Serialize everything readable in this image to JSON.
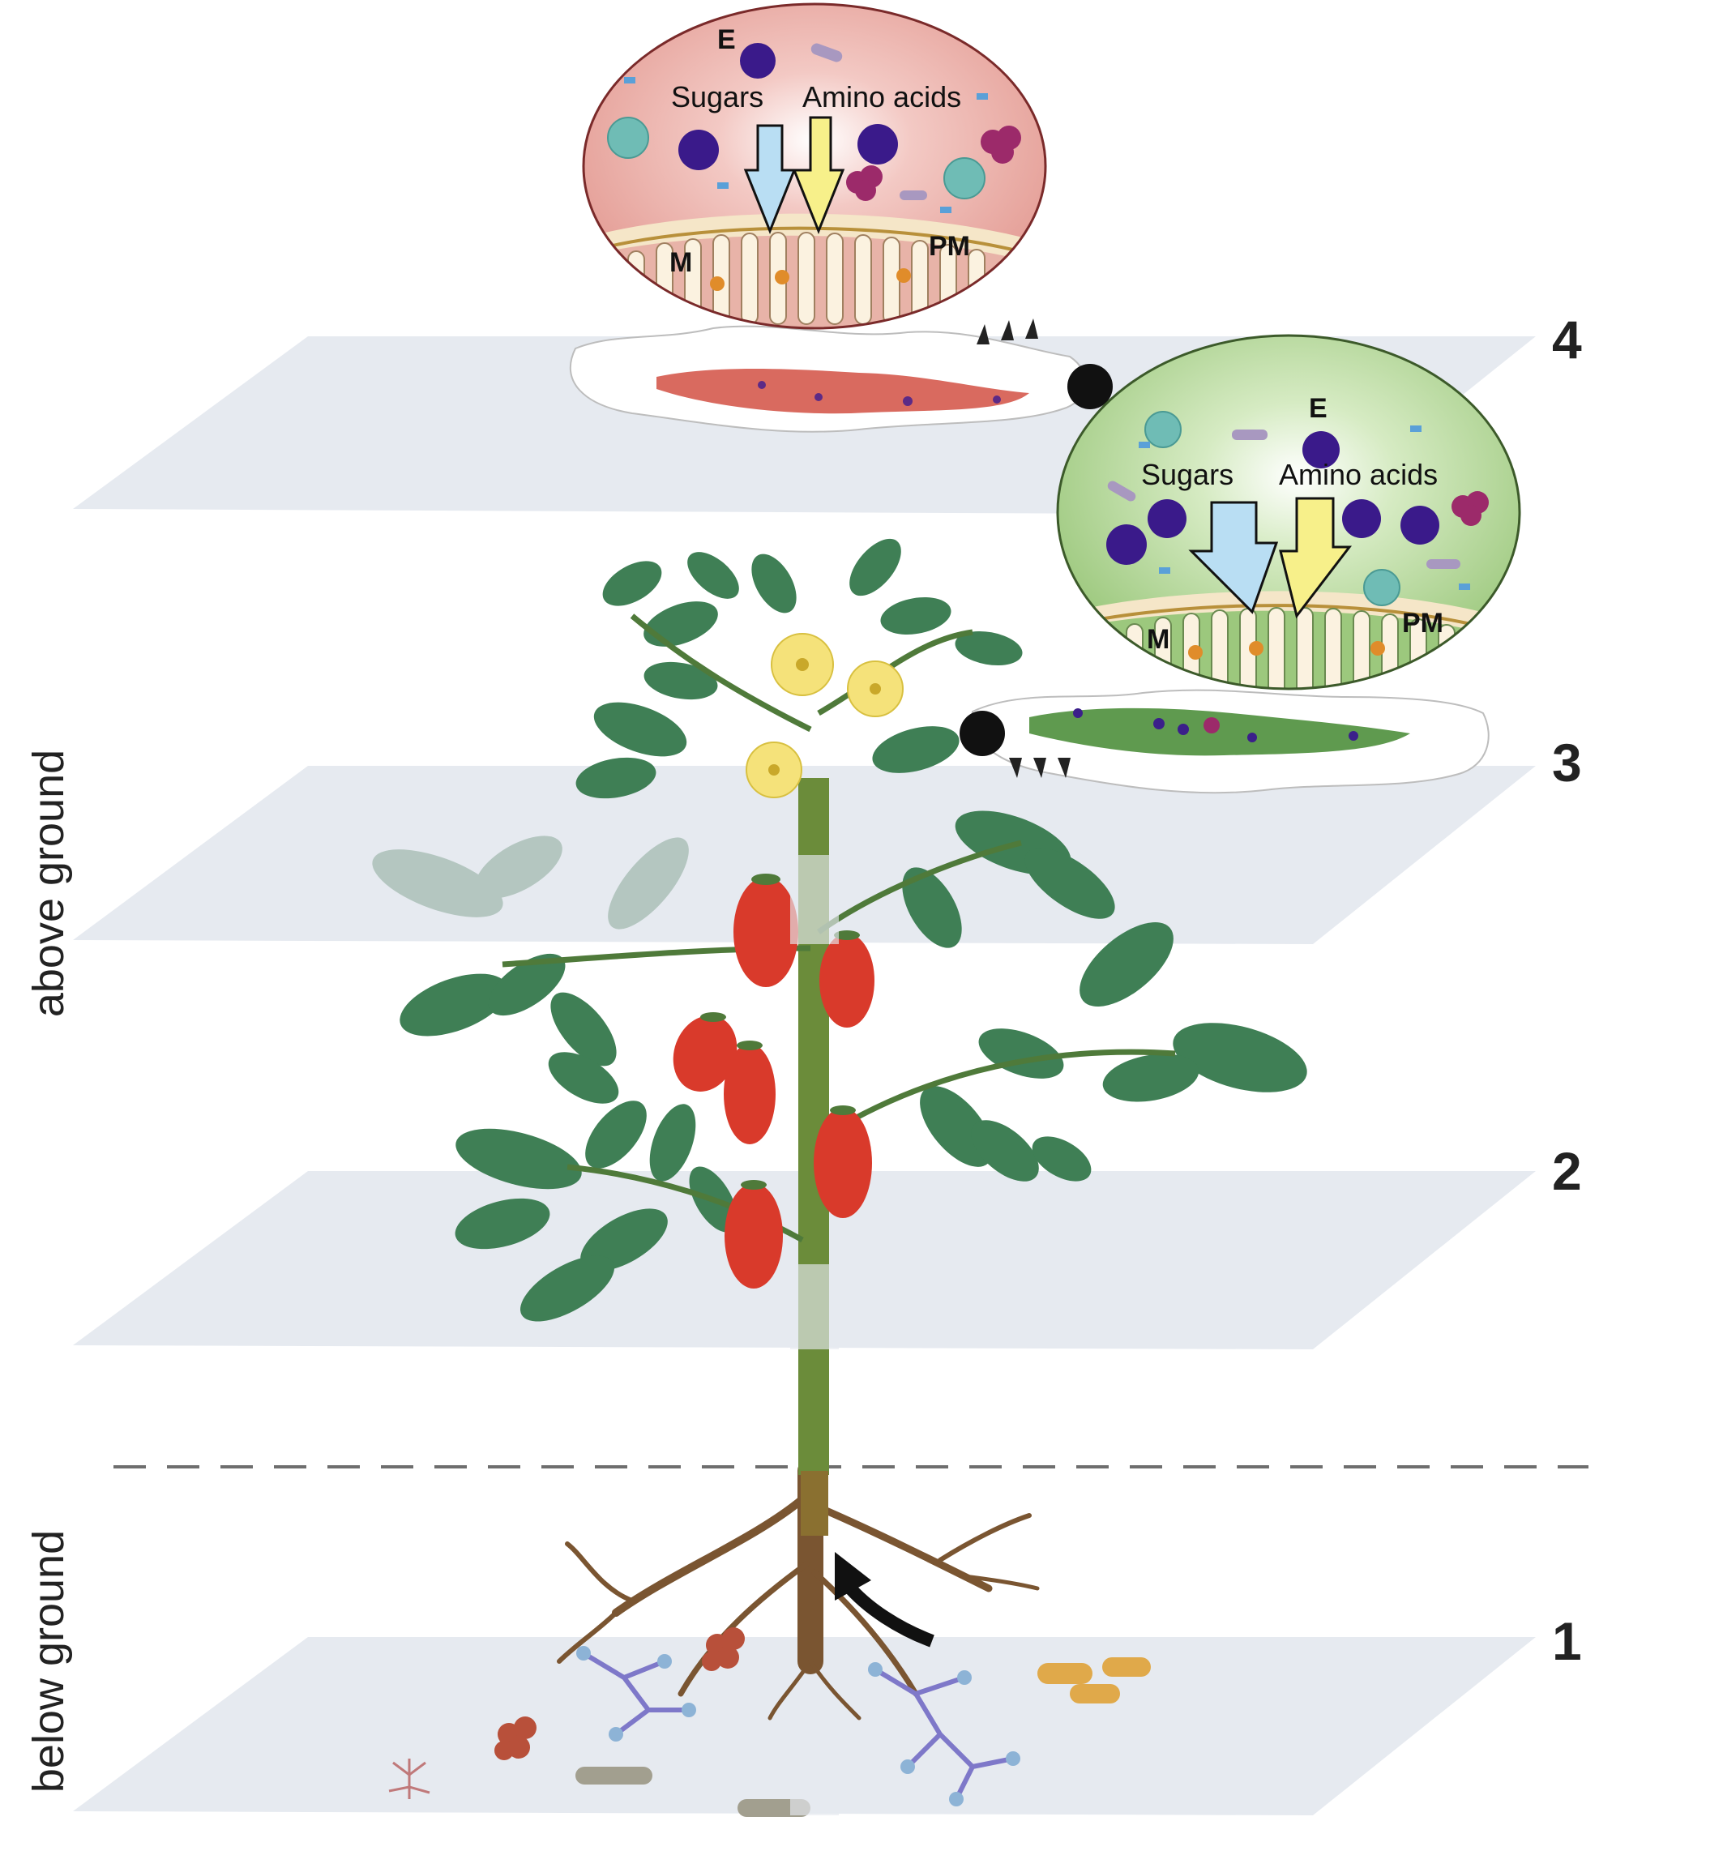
{
  "side_labels": {
    "above": "above ground",
    "below": "below ground"
  },
  "layer_numbers": [
    "1",
    "2",
    "3",
    "4"
  ],
  "inset_top": {
    "sugars": "Sugars",
    "amino": "Amino acids",
    "E": "E",
    "M": "M",
    "PM": "PM"
  },
  "inset_green": {
    "sugars": "Sugars",
    "amino": "Amino acids",
    "E": "E",
    "M": "M",
    "PM": "PM"
  },
  "colors": {
    "plane": "#e3e8ee",
    "leaf": "#3f7f55",
    "stem": "#6b8c3a",
    "root": "#7a5531",
    "fruit": "#d93a2b",
    "flower": "#f5e27a",
    "inset_red": "#e9a39c",
    "inset_green": "#a9cf8c",
    "arrow_sugar": "#b9def3",
    "arrow_amino": "#f7f08a"
  }
}
